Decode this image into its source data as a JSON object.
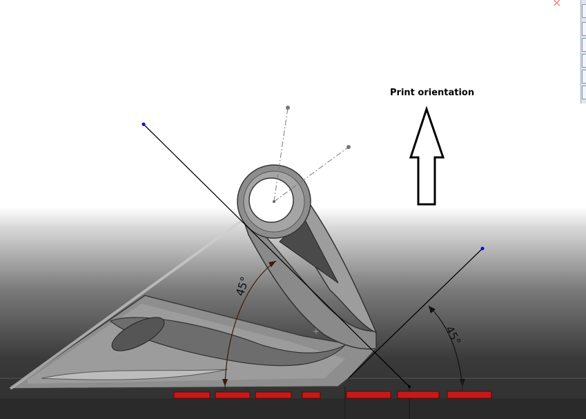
{
  "annotation": {
    "print_orientation_label": "Print orientation"
  },
  "dimensions": {
    "left_angle": "45°",
    "right_angle": "45°"
  },
  "colors": {
    "support_pads": "#d01818",
    "part_body": "#9a9a9a",
    "sketch_line": "#000000",
    "sketch_endpoint": "#0000ff"
  },
  "icons": {
    "close": "close-icon",
    "arrow": "up-arrow-icon"
  }
}
